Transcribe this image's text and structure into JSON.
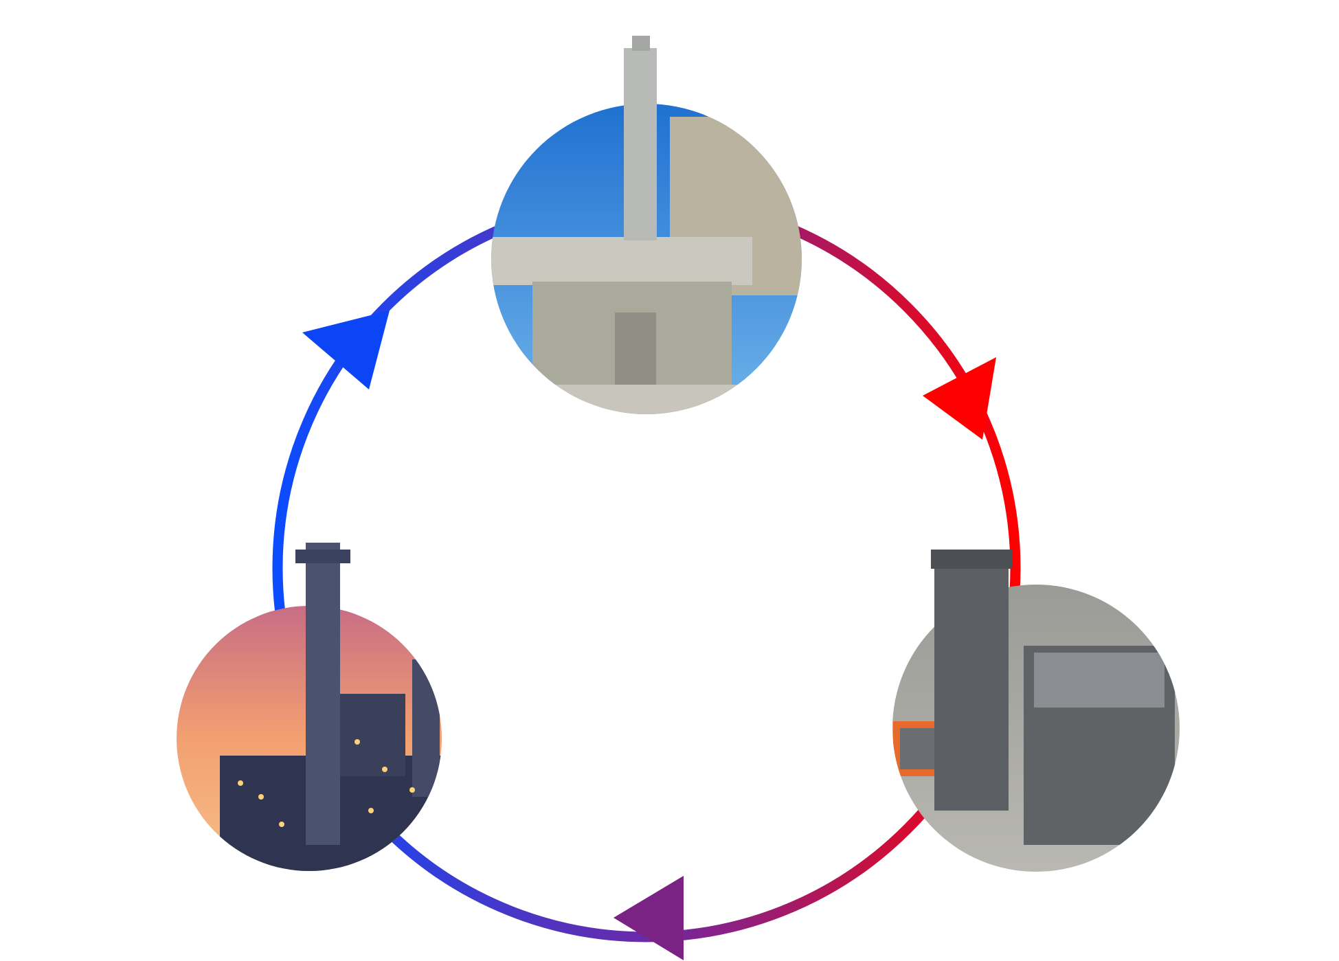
{
  "diagram": {
    "type": "cycle",
    "direction": "clockwise",
    "nodes": [
      {
        "id": "top",
        "icon": "industrial-generator-enclosure-photo"
      },
      {
        "id": "right",
        "icon": "exhaust-stack-scr-unit-photo"
      },
      {
        "id": "left",
        "icon": "refinery-at-sunset-photo"
      }
    ],
    "arrows": [
      {
        "from": "left",
        "to": "top",
        "color": "#0b45f5"
      },
      {
        "from": "top",
        "to": "right",
        "color": "#ff0000"
      },
      {
        "from": "right",
        "to": "left",
        "color": "#7a2385"
      }
    ],
    "colors": {
      "ring_start": "#0b4cff",
      "ring_mid": "#6a2aa8",
      "ring_end": "#ff0000",
      "sky_blue": "#3a86d8",
      "sunset": "#f4a070"
    }
  }
}
